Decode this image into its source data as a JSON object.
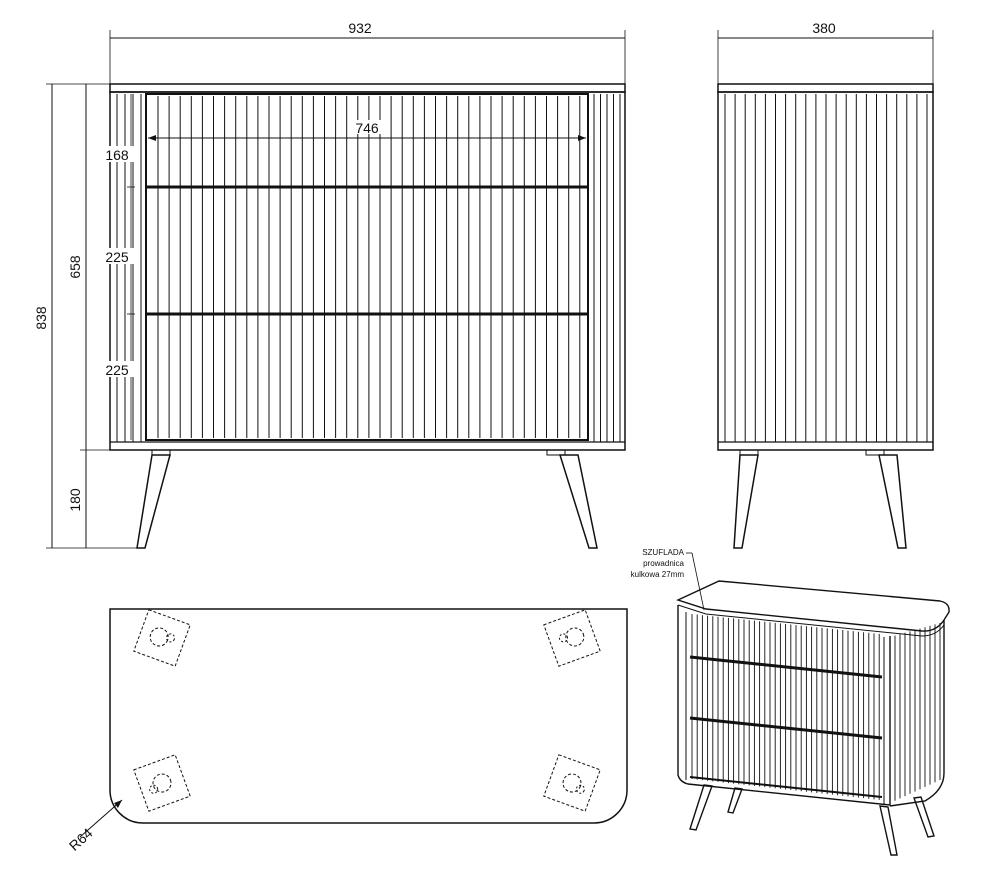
{
  "dimensions": {
    "total_width": "932",
    "depth": "380",
    "drawer_width": "746",
    "total_height": "838",
    "body_height": "658",
    "leg_height": "180",
    "drawer_top": "168",
    "drawer_middle": "225",
    "drawer_bottom": "225",
    "corner_radius": "R64"
  },
  "annotation": {
    "line1": "SZUFLADA",
    "line2": "prowadnica",
    "line3": "kulkowa 27mm"
  }
}
